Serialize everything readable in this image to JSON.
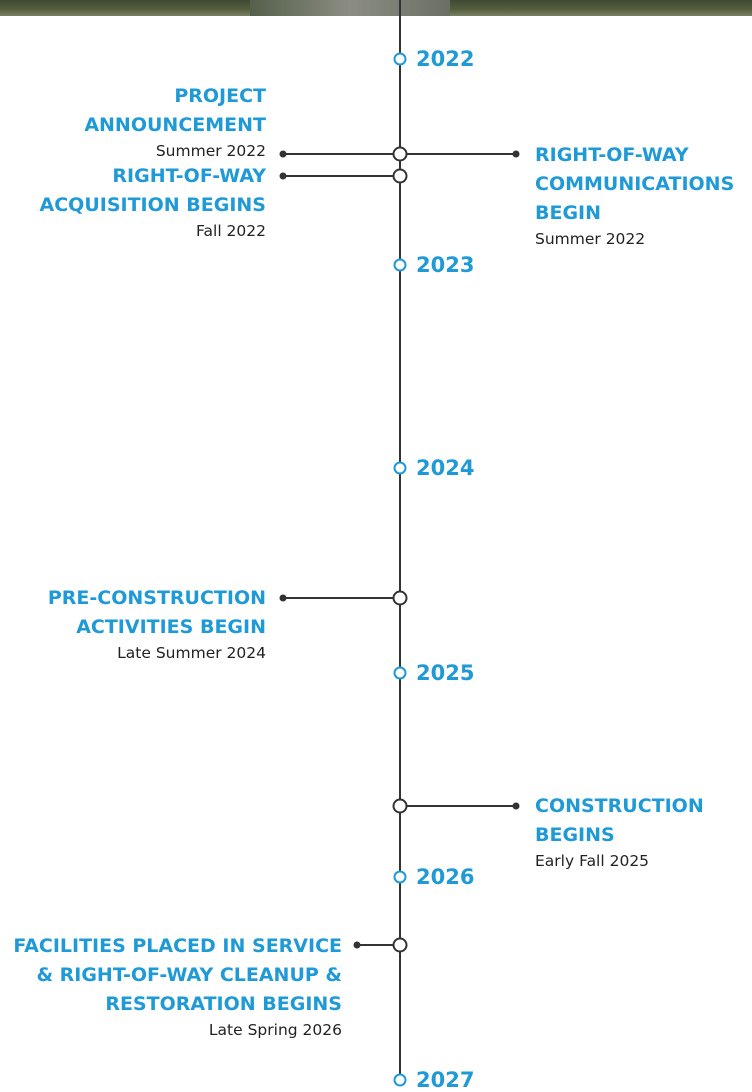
{
  "colors": {
    "accent": "#1f9ad6",
    "line": "#333333",
    "text": "#222222"
  },
  "years": [
    "2022",
    "2023",
    "2024",
    "2025",
    "2026",
    "2027"
  ],
  "events": [
    {
      "title_lines": [
        "PROJECT",
        "ANNOUNCEMENT"
      ],
      "date": "Summer 2022"
    },
    {
      "title_lines": [
        "RIGHT-OF-WAY",
        "COMMUNICATIONS",
        "BEGIN"
      ],
      "date": "Summer 2022"
    },
    {
      "title_lines": [
        "RIGHT-OF-WAY",
        "ACQUISITION BEGINS"
      ],
      "date": "Fall 2022"
    },
    {
      "title_lines": [
        "PRE-CONSTRUCTION",
        "ACTIVITIES BEGIN"
      ],
      "date": "Late Summer 2024"
    },
    {
      "title_lines": [
        "CONSTRUCTION",
        "BEGINS"
      ],
      "date": "Early Fall 2025"
    },
    {
      "title_lines": [
        "FACILITIES PLACED IN SERVICE",
        "& RIGHT-OF-WAY CLEANUP &",
        "RESTORATION BEGINS"
      ],
      "date": "Late Spring 2026"
    }
  ]
}
